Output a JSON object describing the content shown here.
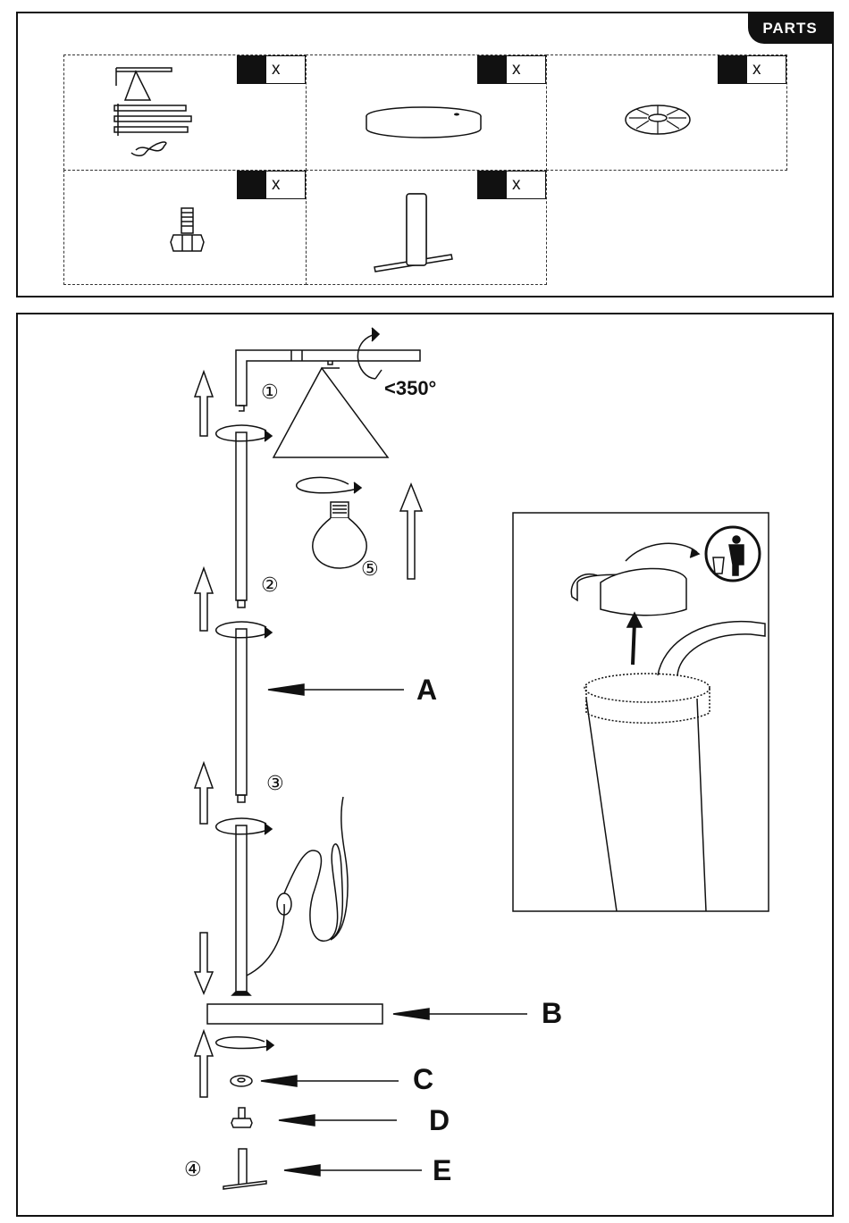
{
  "parts": {
    "title": "PARTS",
    "items": [
      {
        "icon": "lamp-kit-icon",
        "qty_suffix": "x"
      },
      {
        "icon": "base-disc-icon",
        "qty_suffix": "x"
      },
      {
        "icon": "washer-icon",
        "qty_suffix": "x"
      },
      {
        "icon": "bolt-icon",
        "qty_suffix": "x"
      },
      {
        "icon": "tool-key-icon",
        "qty_suffix": "x"
      }
    ]
  },
  "assembly": {
    "rotation_label": "<350°",
    "steps": [
      "①",
      "②",
      "③",
      "④",
      "⑤"
    ],
    "callouts": [
      "A",
      "B",
      "C",
      "D",
      "E"
    ]
  }
}
